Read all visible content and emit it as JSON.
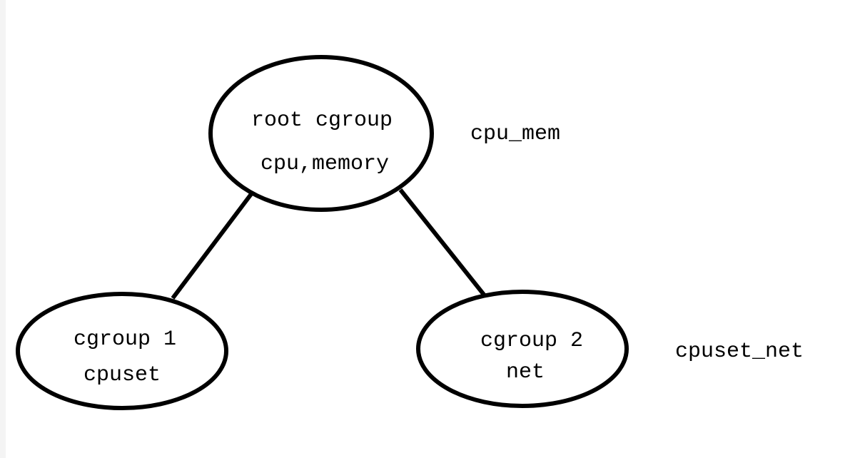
{
  "colors": {
    "background": "#ffffff",
    "stroke": "#000000",
    "text": "#000000"
  },
  "nodes": {
    "root": {
      "line1": "root cgroup",
      "line2": "cpu,memory"
    },
    "cgroup1": {
      "line1": "cgroup 1",
      "line2": "cpuset"
    },
    "cgroup2": {
      "line1": "cgroup 2",
      "line2": "net"
    }
  },
  "annotations": {
    "root_label": "cpu_mem",
    "cgroup2_label": "cpuset_net"
  }
}
